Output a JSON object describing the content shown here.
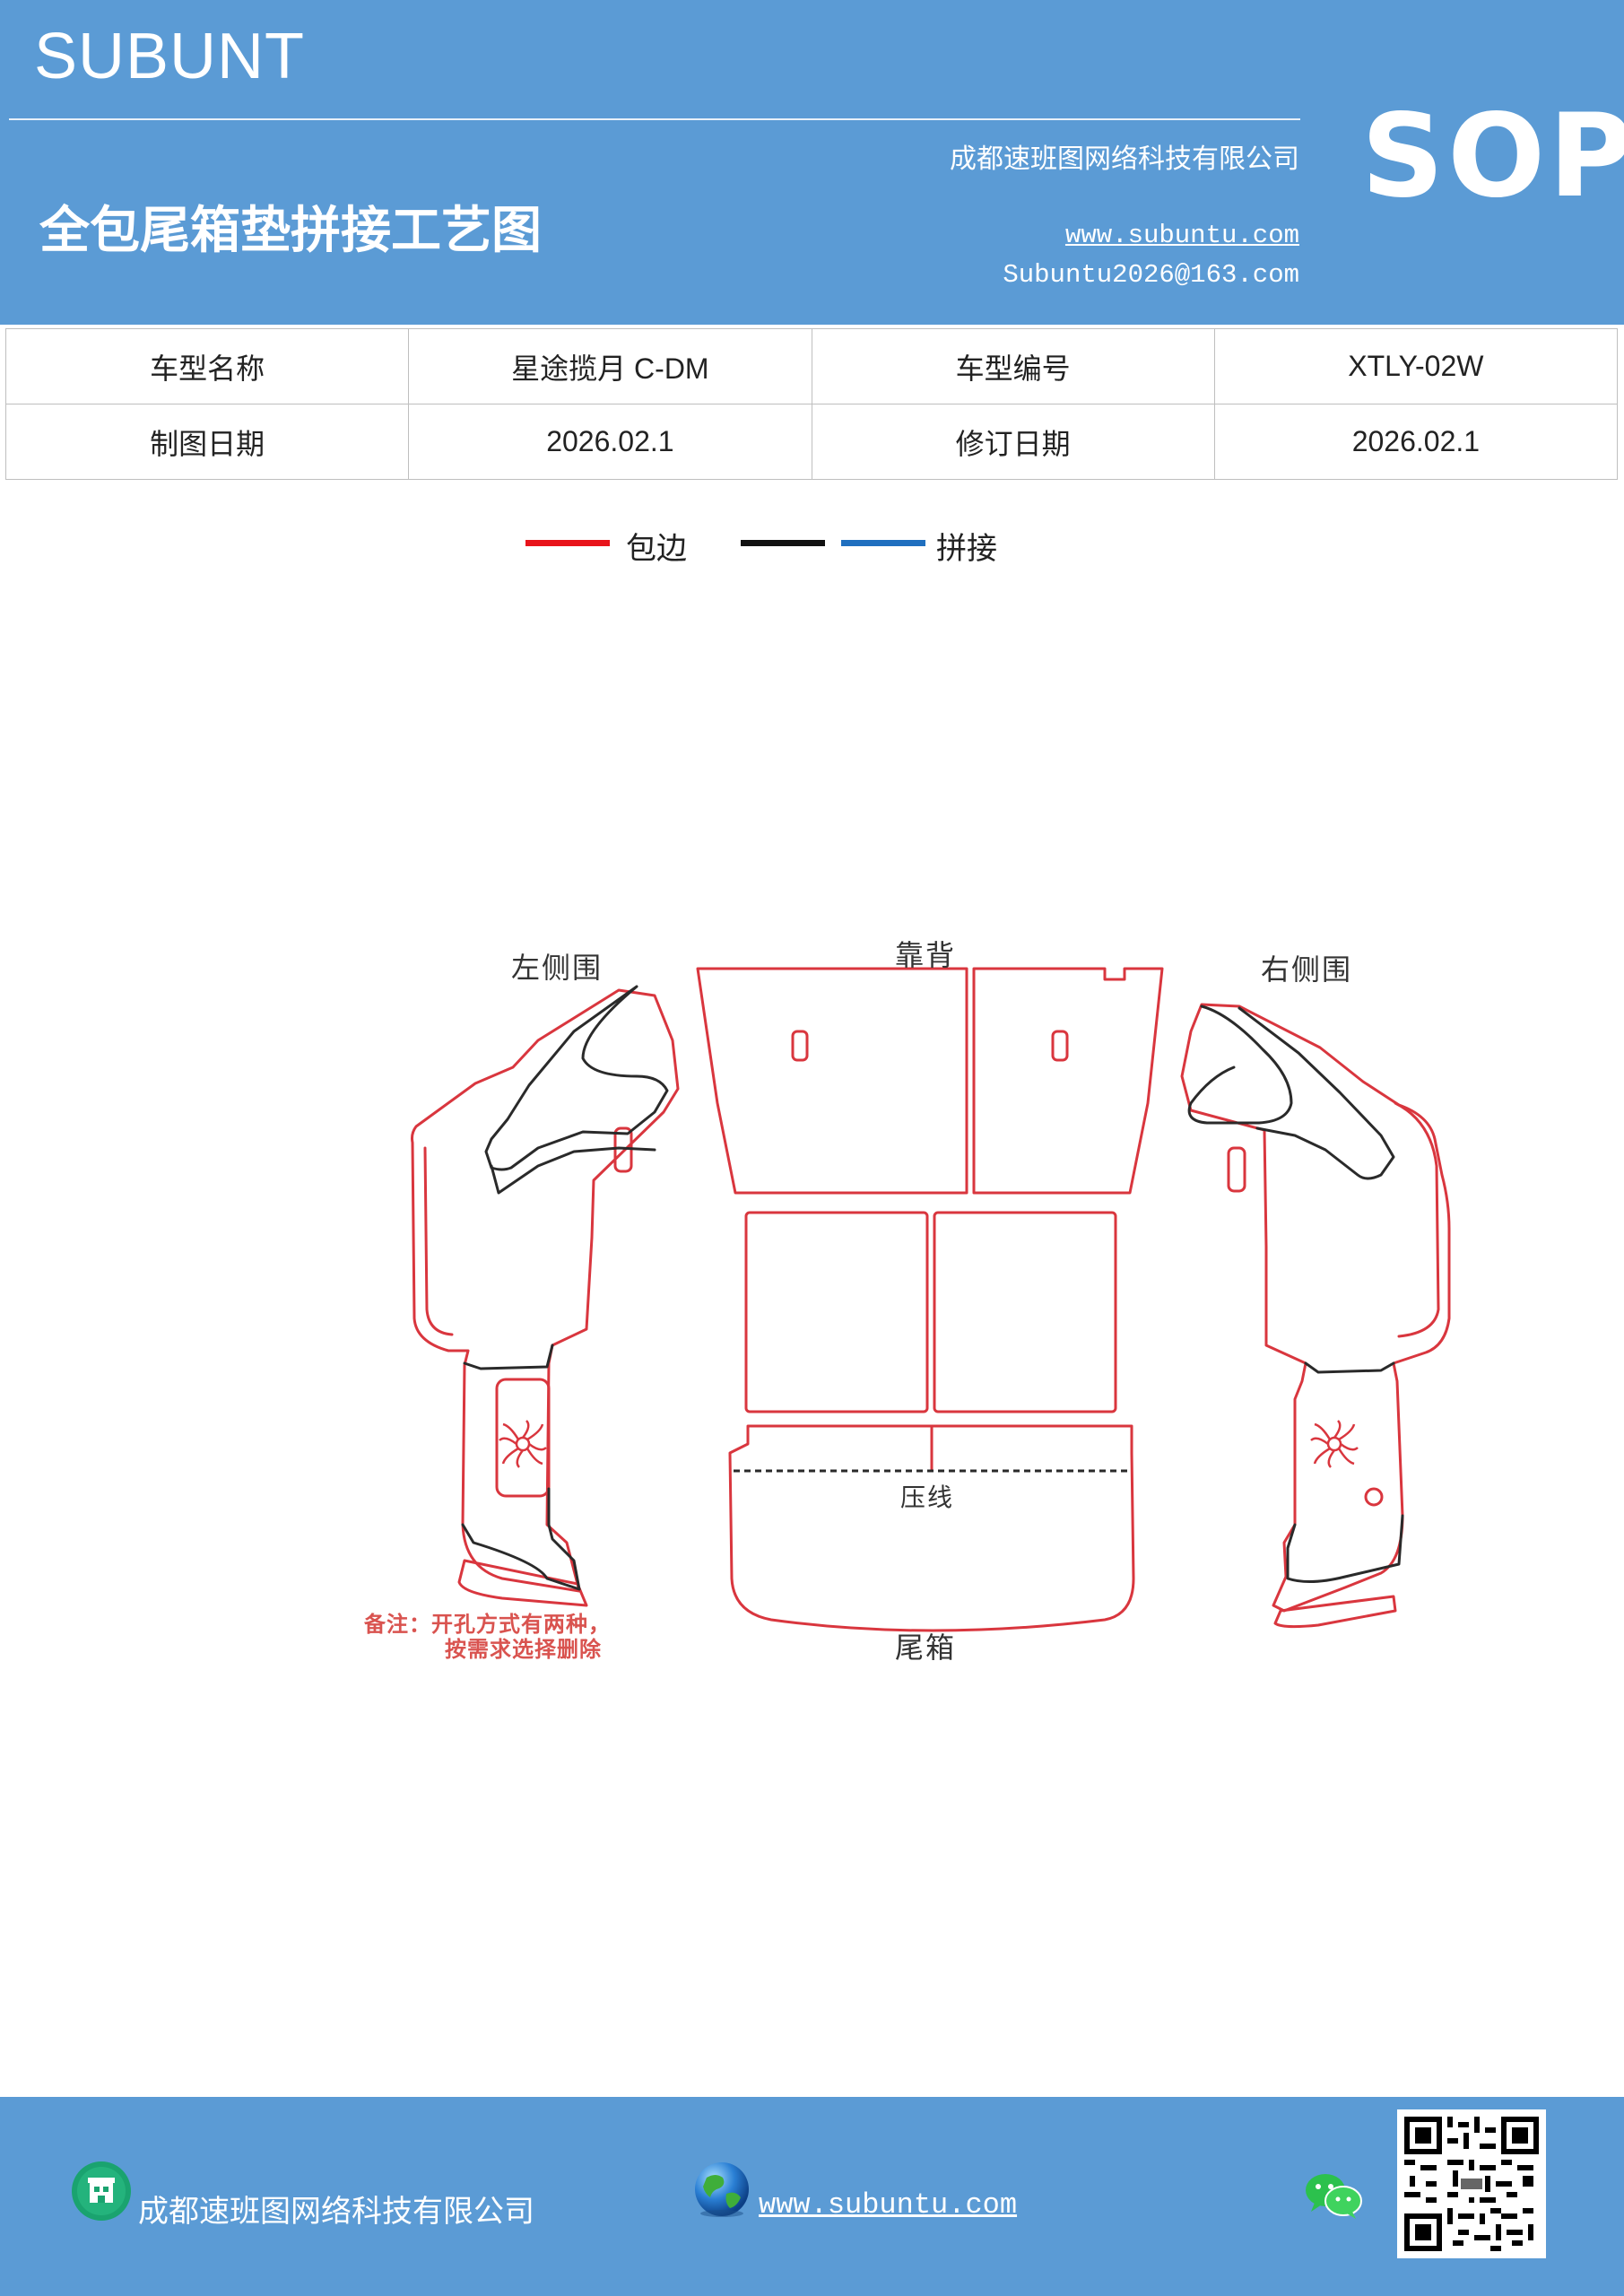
{
  "header": {
    "brand": "SUBUNT",
    "sop": "SOP",
    "company": "成都速班图网络科技有限公司",
    "title": "全包尾箱垫拼接工艺图",
    "website": "www.subuntu.com",
    "email": "Subuntu2026@163.com"
  },
  "info": {
    "model_name_label": "车型名称",
    "model_name": "星途揽月 C-DM",
    "model_code_label": "车型编号",
    "model_code": "XTLY-02W",
    "draw_date_label": "制图日期",
    "draw_date": "2026.02.1",
    "revise_date_label": "修订日期",
    "revise_date": "2026.02.1"
  },
  "legend": {
    "edge_label": "包边",
    "splice_label": "拼接",
    "colors": {
      "edge": "#e8141b",
      "seam_black": "#111111",
      "seam_blue": "#1f6fbf"
    }
  },
  "diagram": {
    "left_side": "左侧围",
    "backrest": "靠背",
    "right_side": "右侧围",
    "crease": "压线",
    "trunk": "尾箱",
    "note_line1": "备注：开孔方式有两种，",
    "note_line2": "按需求选择删除",
    "colors": {
      "outline_red": "#d9363e",
      "outline_black": "#2a2a2a"
    }
  },
  "footer": {
    "company": "成都速班图网络科技有限公司",
    "website": "www.subuntu.com",
    "icons": [
      "building-icon",
      "globe-icon",
      "wechat-icon",
      "qr-code"
    ]
  }
}
